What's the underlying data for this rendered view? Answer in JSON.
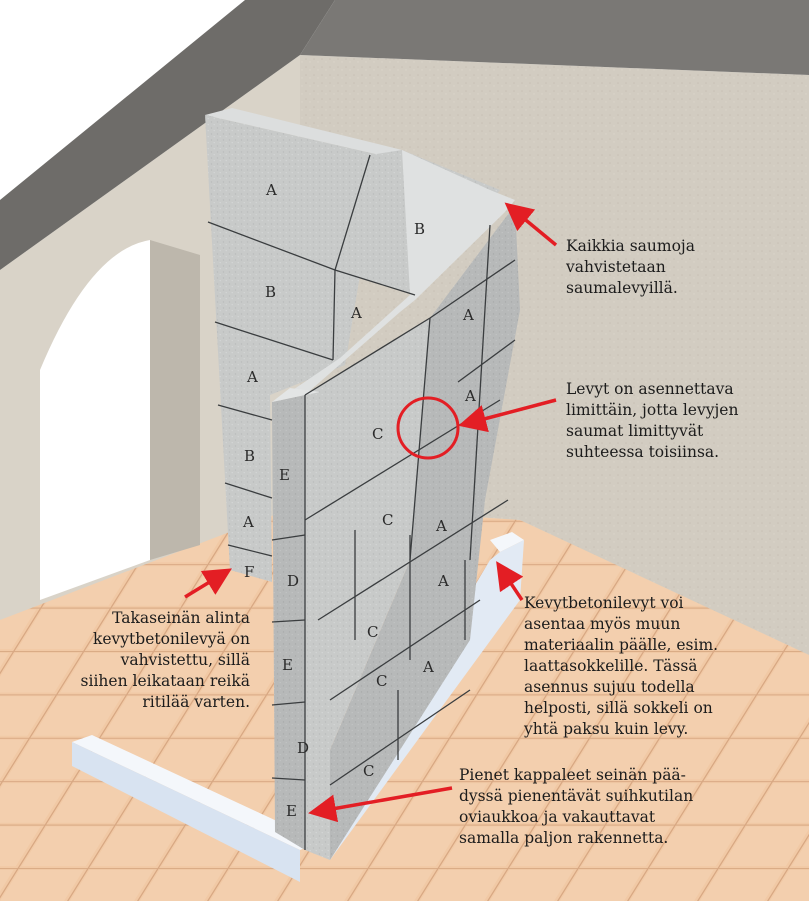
{
  "panel_labels": {
    "back_1": "A",
    "back_2": "B",
    "back_3": "B",
    "back_4": "A",
    "back_5": "A",
    "back_6": "B",
    "back_7": "A",
    "back_8": "F",
    "side_1": "A",
    "side_2": "A",
    "side_3": "A",
    "side_4": "A",
    "side_5": "A",
    "front_1": "C",
    "front_2": "C",
    "front_3": "C",
    "front_4": "C",
    "front_5": "C",
    "end_1": "E",
    "end_2": "D",
    "end_3": "E",
    "end_4": "D",
    "end_5": "E"
  },
  "callouts": {
    "seams_reinforced": "Kaikkia saumoja\nvahvistetaan\nsaumalevyillä.",
    "staggered_panels": "Levyt on asennettava\nlimittäin, jotta levyjen\nsaumat limittyvät\nsuhteessa toisiinsa.",
    "on_tile_plinth": "Kevytbetonilevyt voi\nasentaa myös muun\nmateriaalin päälle, esim.\nlaattasokkelille. Tässä\nasennus sujuu todella\nhelposti, sillä sokkeli on\nyhtä paksu kuin levy.",
    "bottom_panel_reinforced": "Takaseinän alinta\nkevytbetonilevyä on\nvahvistettu, sillä\nsiihen leikataan reikä\nritilää varten.",
    "small_end_pieces": "Pienet kappaleet seinän pää-\ndyssä pienentävät suihkutilan\noviaukkoa ja vakauttavat\nsamalla paljon rakennetta."
  },
  "colors": {
    "outer_wall_top": "#6e6c69",
    "room_wall": "#cfc9be",
    "floor_tile": "#f0c8a4",
    "grout": "#dcad89",
    "concrete_panel": "#c9cbcb",
    "panel_seam": "#3a3d3f",
    "plinth": "#e6edf6",
    "arrow_red": "#e31e24"
  }
}
